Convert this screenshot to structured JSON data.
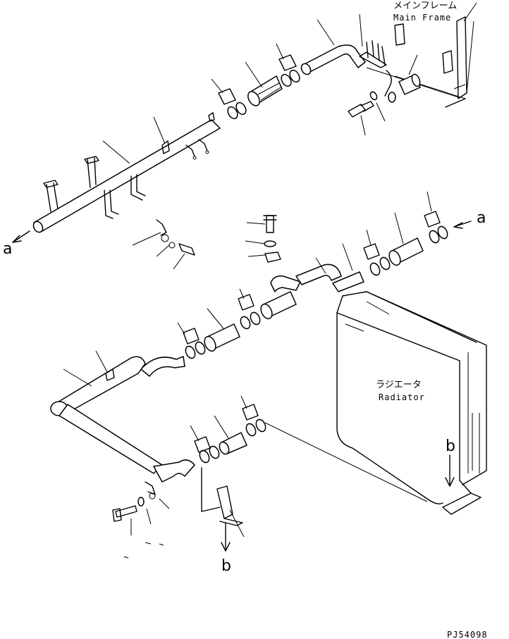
{
  "labels": {
    "main_frame_jp": "メインフレーム",
    "main_frame_en": "Main Frame",
    "radiator_jp": "ラジエータ",
    "radiator_en": "Radiator",
    "ref_a": "a",
    "ref_b": "b",
    "drawing_code": "PJ54098"
  }
}
